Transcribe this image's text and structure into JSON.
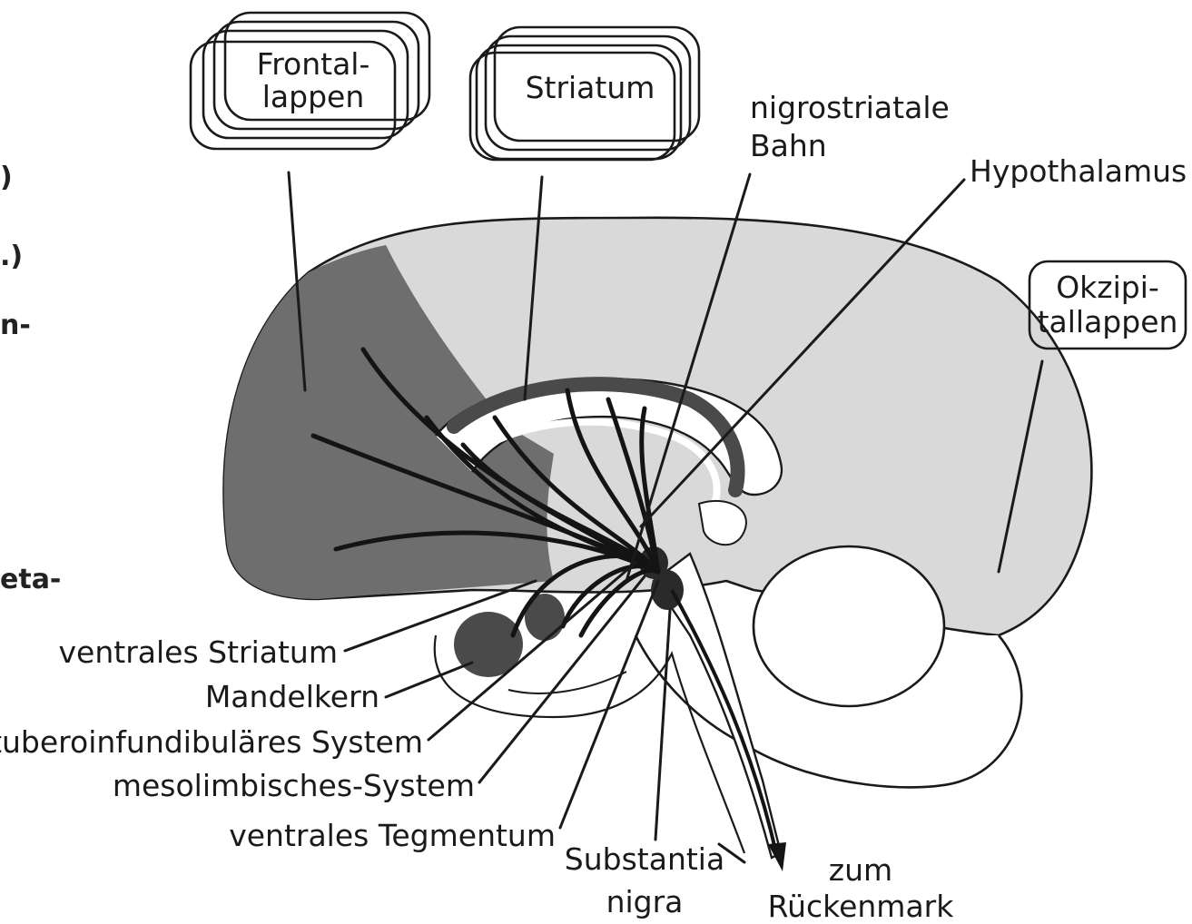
{
  "margin_fragments": [
    ")",
    ".)",
    "n-",
    "eta-"
  ],
  "labels": {
    "frontal_1": "Frontal-",
    "frontal_2": "lappen",
    "striatum": "Striatum",
    "nigrostriatal_1": "nigrostriatale",
    "nigrostriatal_2": "Bahn",
    "hypothalamus": "Hypothalamus",
    "occipital_1": "Okzipi-",
    "occipital_2": "tallappen",
    "ventral_striatum": "ventrales Striatum",
    "amygdala": "Mandelkern",
    "tuberoinfundibular": "tuberoinfundibuläres System",
    "mesolimbic": "mesolimbisches-System",
    "ventral_tegmentum": "ventrales Tegmentum",
    "substantia_1": "Substantia",
    "substantia_2": "nigra",
    "spinal_1": "zum",
    "spinal_2": "Rückenmark"
  },
  "colors": {
    "cortex_light": "#d9d9d9",
    "frontal_dark": "#6e6e6e",
    "fiber": "#141414",
    "outline": "#1a1a1a",
    "white": "#ffffff"
  }
}
